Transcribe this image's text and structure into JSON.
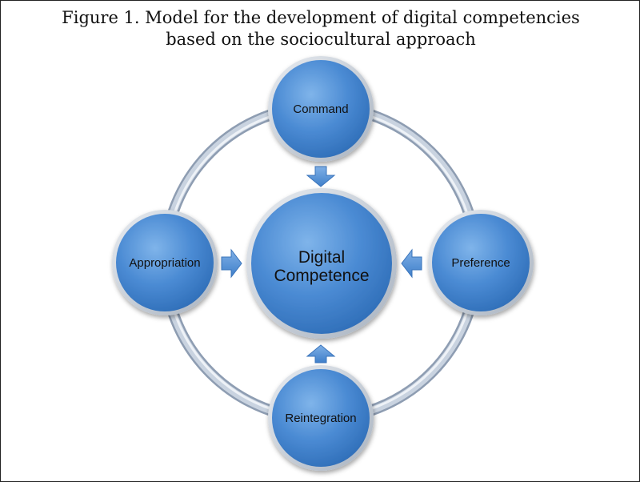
{
  "figure": {
    "title_line1": "Figure 1. Model for the development of digital competencies",
    "title_line2": "based on the sociocultural approach"
  },
  "center": {
    "label_line1": "Digital",
    "label_line2": "Competence"
  },
  "nodes": {
    "top": "Command",
    "right": "Preference",
    "bottom": "Reintegration",
    "left": "Appropriation"
  },
  "colors": {
    "node_fill": "#4f8fd6",
    "node_border": "#bfc6cf",
    "ring": "#b8c4d4",
    "arrow": "#4f8fd6"
  }
}
